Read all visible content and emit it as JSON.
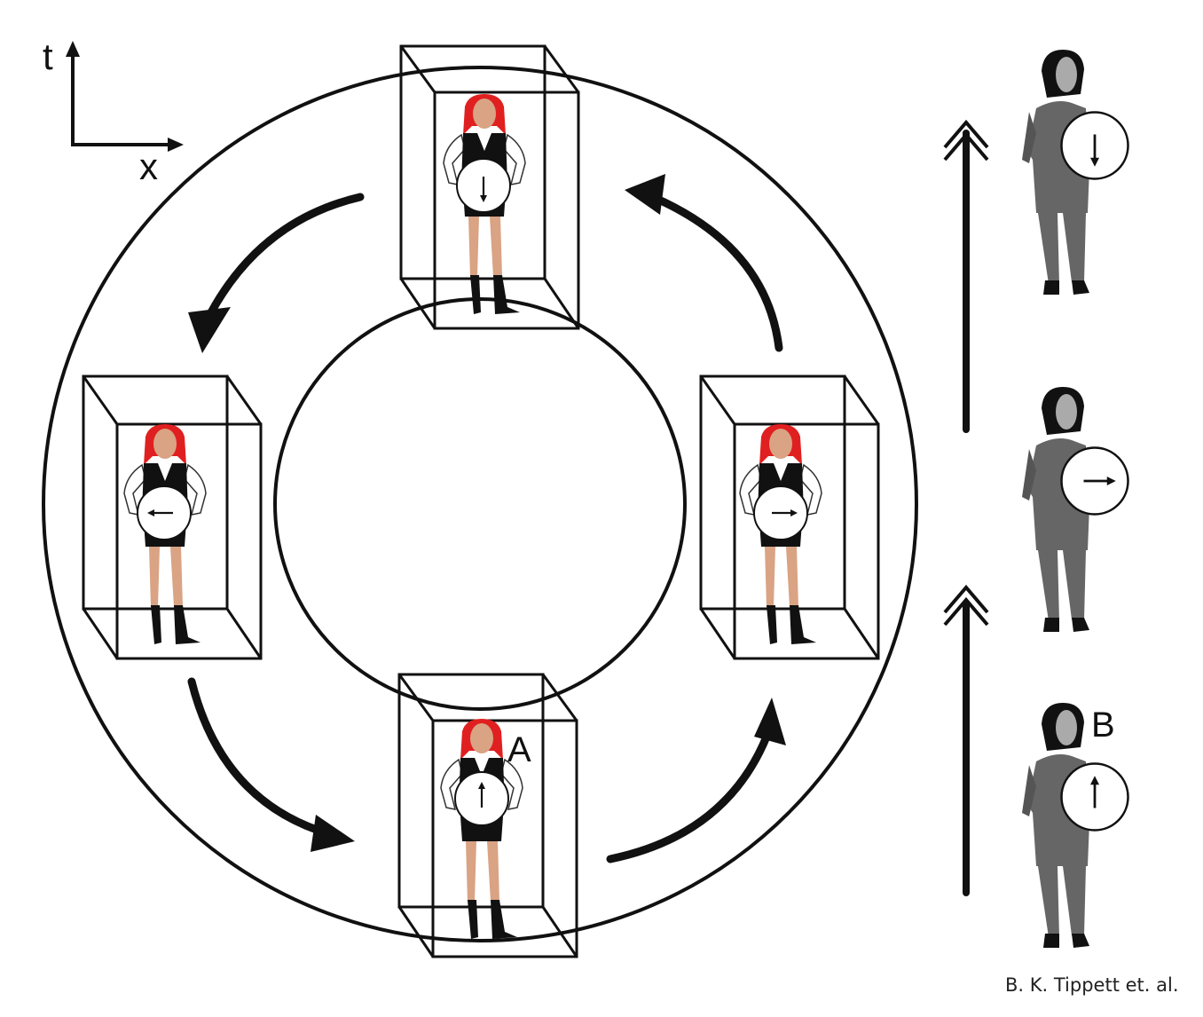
{
  "axes": {
    "t_label": "t",
    "x_label": "x"
  },
  "labels": {
    "traveler": "A",
    "stay_at_home": "B"
  },
  "credit": "B. K. Tippett et. al.",
  "traveler_clock_hands": [
    "up",
    "right",
    "down",
    "left"
  ],
  "stay_clock_hands": [
    "down",
    "right",
    "up"
  ],
  "colors": {
    "line": "#111111",
    "hair": "#e02020",
    "skin": "#d9a384",
    "vest": "#111111",
    "suit": "#666666",
    "suit_dark": "#555555"
  }
}
